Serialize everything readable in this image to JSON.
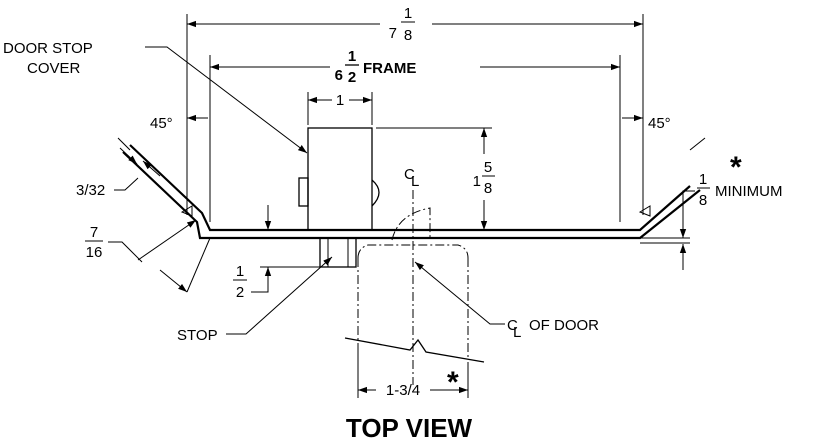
{
  "labels": {
    "overall_whole": "7",
    "overall_num": "1",
    "overall_den": "8",
    "frame_whole": "6",
    "frame_num": "1",
    "frame_den": "2",
    "frame_word": "FRAME",
    "door_stop_cover_line1": "DOOR STOP",
    "door_stop_cover_line2": "COVER",
    "width_one": "1",
    "angle_left": "45°",
    "angle_right": "45°",
    "height_whole": "1",
    "height_num": "5",
    "height_den": "8",
    "centerline": "C",
    "centerline_sub": "L",
    "minimum_num": "1",
    "minimum_den": "8",
    "minimum_word": "MINIMUM",
    "asterisk_right": "*",
    "three_32": "3/32",
    "seven_num": "7",
    "seven_den": "16",
    "half_num": "1",
    "half_den": "2",
    "stop": "STOP",
    "cl_of_door_c": "C",
    "cl_of_door_l": "L",
    "cl_of_door_text": "OF DOOR",
    "one_three_quarter": "1-3/4",
    "asterisk_bottom": "*",
    "view_title": "TOP VIEW"
  }
}
